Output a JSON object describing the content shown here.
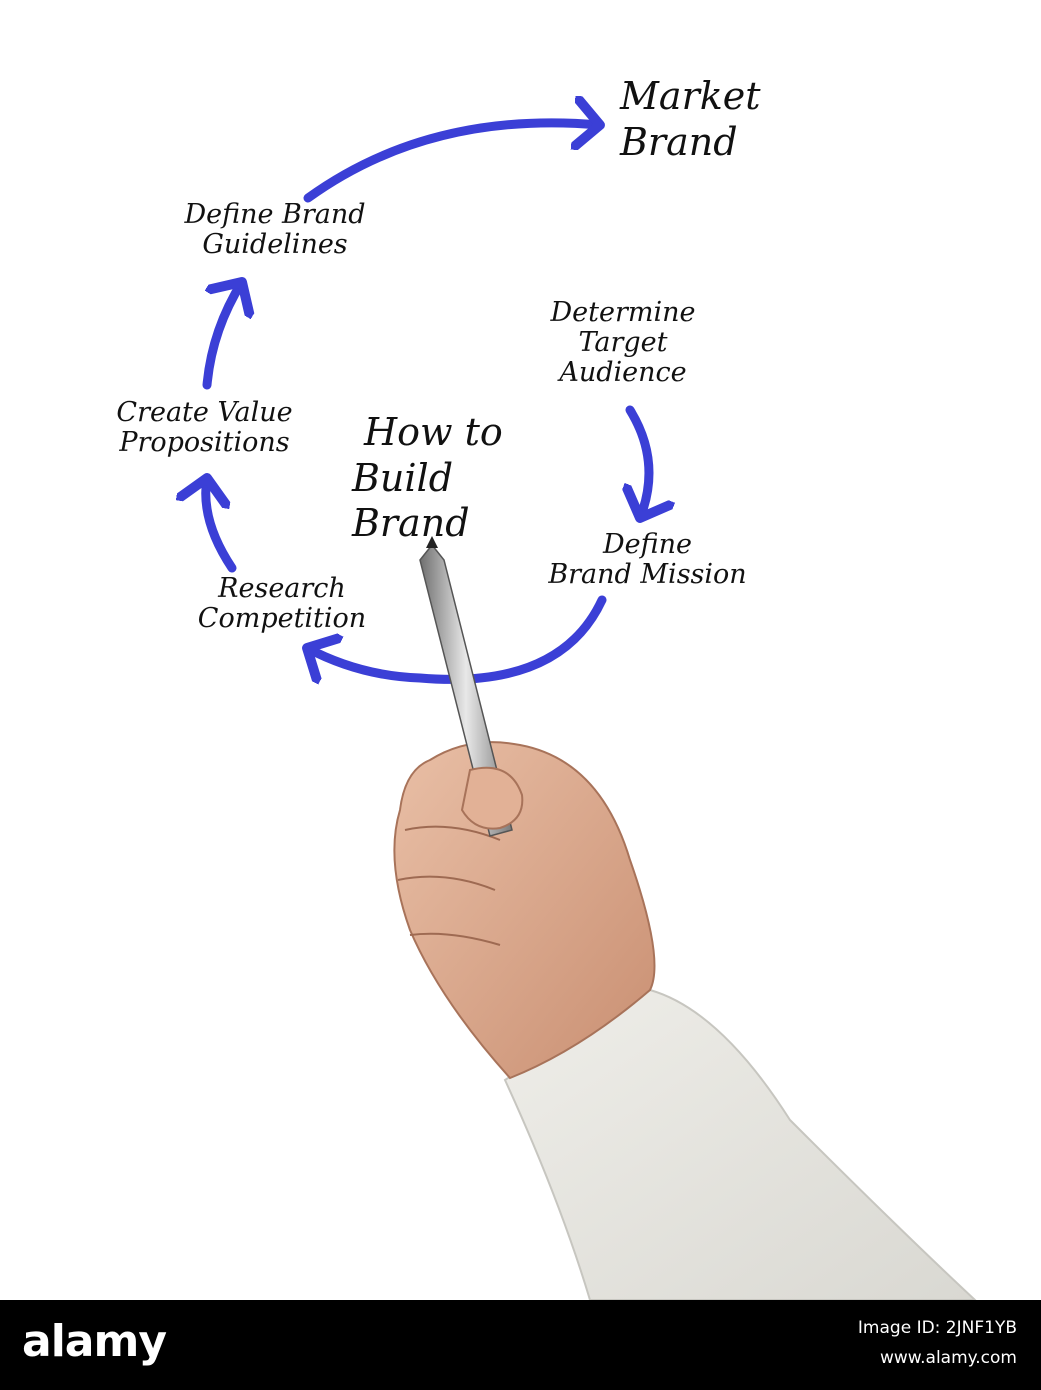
{
  "diagram": {
    "center_title": [
      "How to",
      "Build",
      "Brand"
    ],
    "steps": [
      {
        "id": "determine-target-audience",
        "lines": [
          "Determine",
          "Target",
          "Audience"
        ]
      },
      {
        "id": "define-brand-mission",
        "lines": [
          "Define",
          "Brand Mission"
        ]
      },
      {
        "id": "research-competition",
        "lines": [
          "Research",
          "Competition"
        ]
      },
      {
        "id": "create-value-propositions",
        "lines": [
          "Create Value",
          "Propositions"
        ]
      },
      {
        "id": "define-brand-guidelines",
        "lines": [
          "Define Brand",
          "Guidelines"
        ]
      }
    ],
    "goal": [
      "Market",
      "Brand"
    ],
    "arrow_color": "#3b3fd6"
  },
  "footer": {
    "brand": "alamy",
    "image_id": "Image ID: 2JNF1YB",
    "site": "www.alamy.com"
  }
}
